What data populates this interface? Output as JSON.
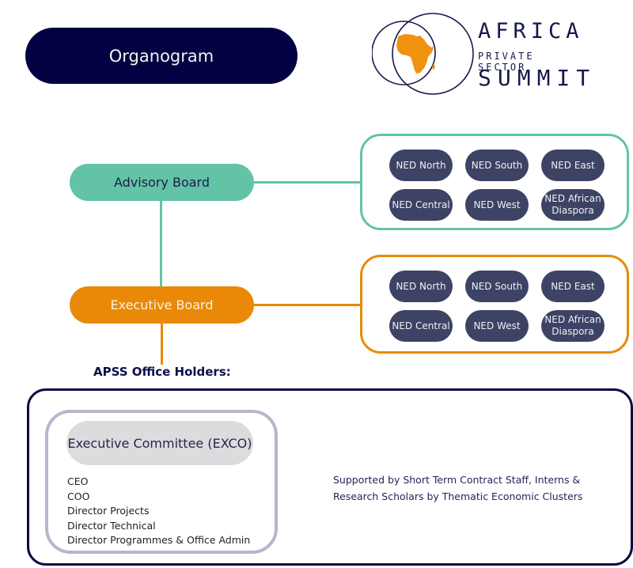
{
  "header": {
    "title": "Organogram",
    "logo": {
      "line1": "AFRICA",
      "line2": "PRIVATE SECTOR",
      "line3": "SUMMIT",
      "icon": "africa-globe-icon",
      "accent_color": "#F0920E",
      "ring_color": "#151A4A"
    }
  },
  "boards": {
    "advisory": {
      "label": "Advisory Board",
      "color": "#63C3A6",
      "members": [
        "NED North",
        "NED South",
        "NED East",
        "NED Central",
        "NED West",
        "NED African Diaspora"
      ]
    },
    "executive": {
      "label": "Executive Board",
      "color": "#E98907",
      "members": [
        "NED North",
        "NED South",
        "NED East",
        "NED Central",
        "NED West",
        "NED African Diaspora"
      ]
    }
  },
  "office_holders": {
    "label": "APSS Office Holders:",
    "exco": {
      "title": "Executive Committee (EXCO)",
      "roles": [
        "CEO",
        "COO",
        "Director Projects",
        "Director Technical",
        "Director Programmes & Office Admin"
      ]
    },
    "support_text_line1": "Supported by Short Term Contract Staff, Interns &",
    "support_text_line2": "Research Scholars by Thematic Economic Clusters"
  },
  "colors": {
    "navy": "#020242",
    "teal": "#63C3A6",
    "orange": "#E98907",
    "ned_fill": "#3D4364"
  }
}
